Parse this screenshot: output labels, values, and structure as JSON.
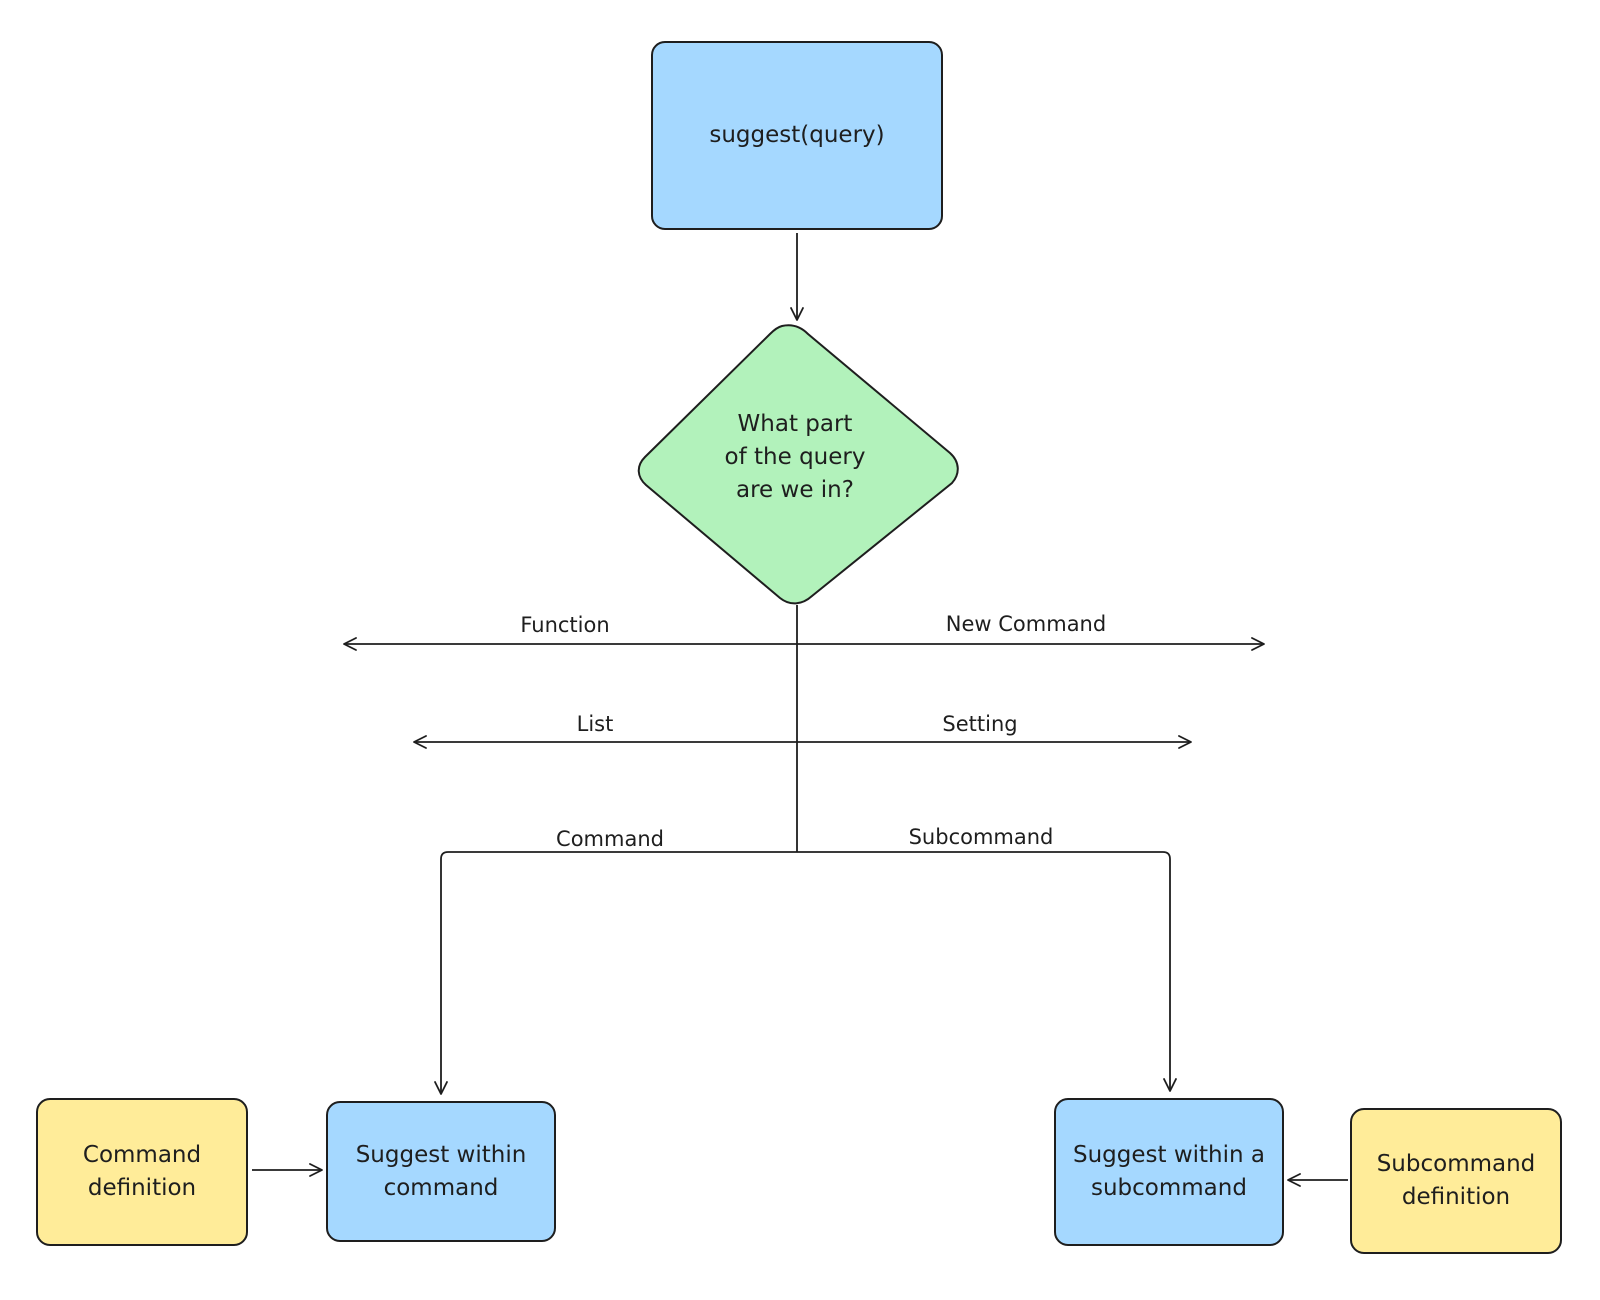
{
  "nodes": {
    "start": "suggest(query)",
    "decision_line1": "What part",
    "decision_line2": "of the query",
    "decision_line3": "are we in?",
    "suggest_command_line1": "Suggest within",
    "suggest_command_line2": "command",
    "suggest_subcommand_line1": "Suggest within a",
    "suggest_subcommand_line2": "subcommand",
    "command_definition_line1": "Command",
    "command_definition_line2": "definition",
    "subcommand_definition_line1": "Subcommand",
    "subcommand_definition_line2": "definition"
  },
  "edges": {
    "function": "Function",
    "new_command": "New Command",
    "list": "List",
    "setting": "Setting",
    "command": "Command",
    "subcommand": "Subcommand"
  },
  "colors": {
    "process_fill": "#a5d8ff",
    "decision_fill": "#b2f2bb",
    "definition_fill": "#ffec99",
    "stroke": "#1e1e1e"
  }
}
